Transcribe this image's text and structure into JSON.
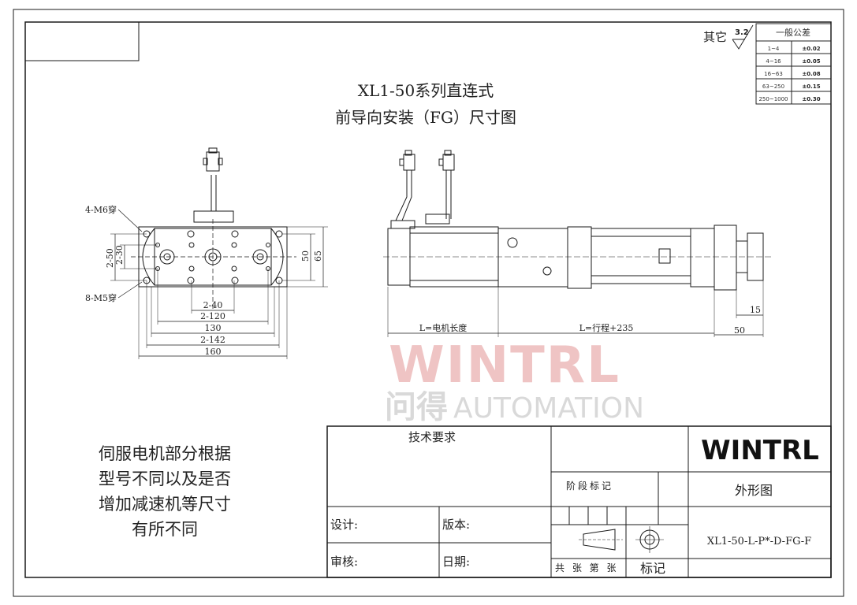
{
  "title": {
    "line1": "XL1-50系列直连式",
    "line2": "前导向安装（FG）尺寸图"
  },
  "roughness": {
    "label": "其它",
    "value": "3.2"
  },
  "tolerance": {
    "header": "一般公差",
    "rows": [
      {
        "range": "1~4",
        "value": "±0.02"
      },
      {
        "range": "4~16",
        "value": "±0.05"
      },
      {
        "range": "16~63",
        "value": "±0.08"
      },
      {
        "range": "63~250",
        "value": "±0.15"
      },
      {
        "range": "250~1000",
        "value": "±0.30"
      }
    ]
  },
  "front_view": {
    "hole_label_top": "4-M6穿",
    "hole_label_bottom": "8-M5穿",
    "dims": {
      "d_2_50": "2-50",
      "d_2_30": "2-30",
      "d_50": "50",
      "d_65": "65",
      "d_2_40": "2-40",
      "d_2_120": "2-120",
      "d_130": "130",
      "d_2_142": "2-142",
      "d_160": "160"
    }
  },
  "side_view": {
    "motor_length": "L=电机长度",
    "stroke": "L=行程+235",
    "d_15": "15",
    "d_50": "50"
  },
  "watermark": {
    "brand": "WINTRL",
    "cn": "问得",
    "en": "AUTOMATION"
  },
  "note": {
    "lines": [
      "伺服电机部分根据",
      "型号不同以及是否",
      "增加减速机等尺寸",
      "有所不同"
    ]
  },
  "title_block": {
    "tech_req": "技术要求",
    "brand": "WINTRL",
    "stage_mark": "阶段标记",
    "drawing_name": "外形图",
    "design": "设计:",
    "version": "版本:",
    "check": "审核:",
    "date": "日期:",
    "sheets": "共 张 第 张",
    "mark": "标记",
    "part_no": "XL1-50-L-P*-D-FG-F"
  },
  "colors": {
    "line": "#1a1a1a",
    "watermark": "#e8b8b8",
    "watermark_gray": "#d8d8d8"
  }
}
